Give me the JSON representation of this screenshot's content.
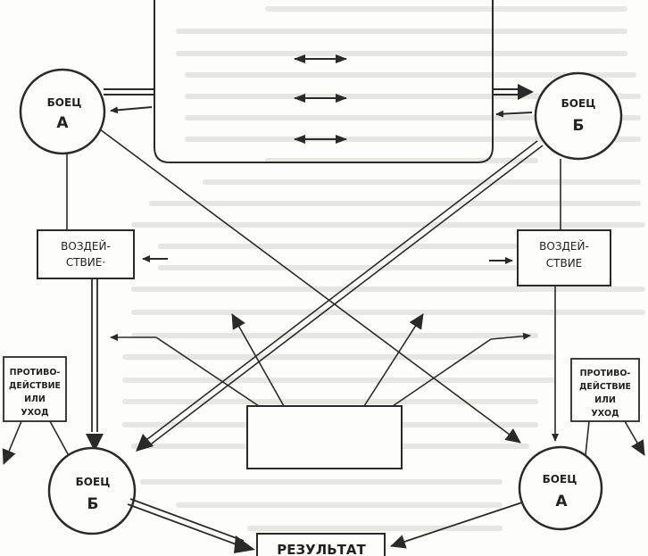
{
  "fighter_a_top": {
    "word": "БОЕЦ",
    "letter": "А"
  },
  "fighter_b_top": {
    "word": "БОЕЦ",
    "letter": "Б"
  },
  "fighter_b_bottom": {
    "word": "БОЕЦ",
    "letter": "Б"
  },
  "fighter_a_bottom": {
    "word": "БОЕЦ",
    "letter": "А"
  },
  "impact_left": {
    "line1": "ВОЗДЕЙ-",
    "line2": "СТВИЕ·"
  },
  "impact_right": {
    "line1": "ВОЗДЕЙ-",
    "line2": "СТВИЕ"
  },
  "counter_left": {
    "line1": "ПРОТИВО-",
    "line2": "ДЕЙСТВИЕ",
    "line3": "ИЛИ",
    "line4": "УХОД"
  },
  "counter_right": {
    "line1": "ПРОТИВО-",
    "line2": "ДЕЙСТВИЕ",
    "line3": "ИЛИ",
    "line4": "УХОД"
  },
  "center_box_text": "",
  "result": "РЕЗУЛЬТАТ"
}
